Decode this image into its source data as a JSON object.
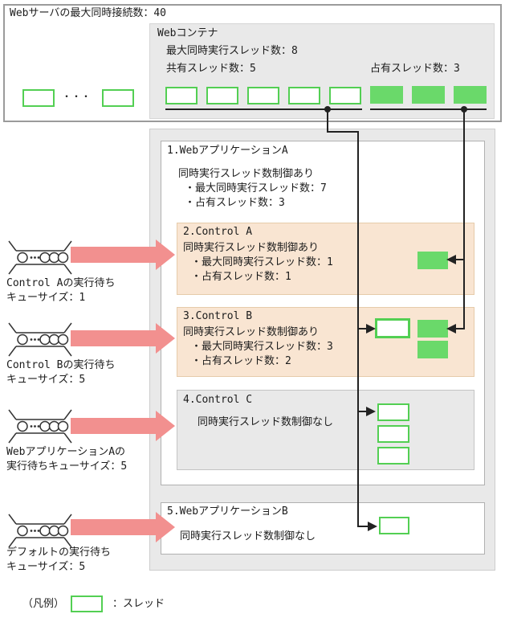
{
  "colors": {
    "thread_border_green": "#53cf53",
    "thread_fill_green": "#6ad96a",
    "arrow_pink": "#f2908f",
    "control_tan": "#f9e5d2",
    "container_gray": "#e9e9e9"
  },
  "web_server": {
    "title": "Webサーバの最大同時接続数：40",
    "ellipsis": "・・・"
  },
  "web_container": {
    "title": "Webコンテナ",
    "max_threads": "最大同時実行スレッド数：8",
    "shared_label": "共有スレッド数：5",
    "occupied_label": "占有スレッド数：3"
  },
  "threads": {
    "shared_count": 5,
    "occupied_count": 3,
    "control_b_green_count": 2,
    "control_c_white_count": 3
  },
  "app_a": {
    "title": "1.WebアプリケーションA",
    "control": "同時実行スレッド数制御あり",
    "bullet1": "・最大同時実行スレッド数：7",
    "bullet2": "・占有スレッド数：3"
  },
  "control_a": {
    "title": "2.Control A",
    "control": "同時実行スレッド数制御あり",
    "bullet1": "・最大同時実行スレッド数：1",
    "bullet2": "・占有スレッド数：1"
  },
  "control_b": {
    "title": "3.Control B",
    "control": "同時実行スレッド数制御あり",
    "bullet1": "・最大同時実行スレッド数：3",
    "bullet2": "・占有スレッド数：2"
  },
  "control_c": {
    "title": "4.Control C",
    "control": "同時実行スレッド数制御なし"
  },
  "app_b": {
    "title": "5.WebアプリケーションB",
    "control": "同時実行スレッド数制御なし"
  },
  "queues": [
    {
      "line1": "Control Aの実行待ち",
      "line2": "キューサイズ：1"
    },
    {
      "line1": "Control Bの実行待ち",
      "line2": "キューサイズ：5"
    },
    {
      "line1": "WebアプリケーションAの",
      "line2": "実行待ちキューサイズ：5"
    },
    {
      "line1": "デフォルトの実行待ち",
      "line2": "キューサイズ：5"
    }
  ],
  "legend": {
    "prefix": "（凡例）",
    "label": "：スレッド"
  }
}
